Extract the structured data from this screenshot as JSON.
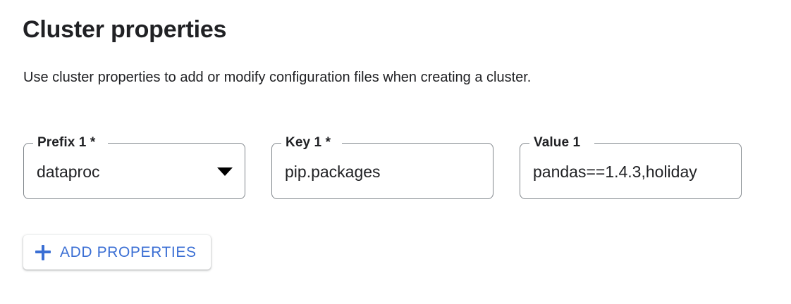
{
  "section": {
    "title": "Cluster properties",
    "description": "Use cluster properties to add or modify configuration files when creating a cluster."
  },
  "fields": [
    {
      "label": "Prefix 1 *",
      "value": "dataproc",
      "type": "select",
      "required": true,
      "icon": "chevron-down-icon"
    },
    {
      "label": "Key 1 *",
      "value": "pip.packages",
      "type": "text",
      "required": true
    },
    {
      "label": "Value 1",
      "value": "pandas==1.4.3,holiday",
      "type": "text",
      "required": false
    }
  ],
  "buttons": {
    "add_properties": {
      "label": "ADD PROPERTIES",
      "icon": "plus-icon"
    }
  },
  "colors": {
    "accent_blue": "#3b6fd4",
    "text_primary": "#202124",
    "field_border": "#80868b",
    "background": "#ffffff"
  }
}
